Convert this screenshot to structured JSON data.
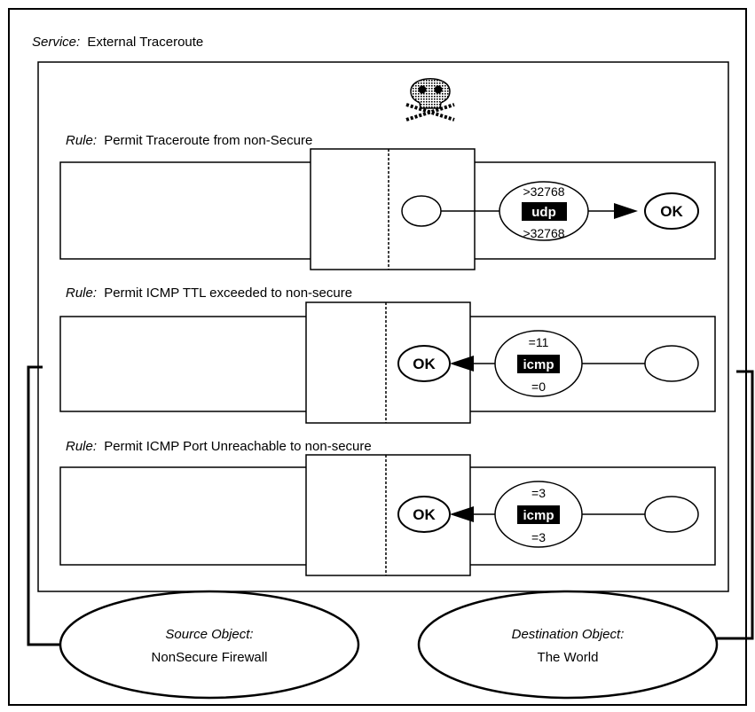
{
  "service": {
    "prefix": "Service:",
    "name": "External Traceroute"
  },
  "rules": [
    {
      "prefix": "Rule:",
      "name": "Permit Traceroute from non-Secure",
      "protocol": "udp",
      "port_top": ">32768",
      "port_bottom": ">32768",
      "ok_label": "OK",
      "direction": "source-to-destination"
    },
    {
      "prefix": "Rule:",
      "name": "Permit ICMP TTL exceeded to non-secure",
      "protocol": "icmp",
      "port_top": "=11",
      "port_bottom": "=0",
      "ok_label": "OK",
      "direction": "destination-to-source"
    },
    {
      "prefix": "Rule:",
      "name": "Permit ICMP Port Unreachable to non-secure",
      "protocol": "icmp",
      "port_top": "=3",
      "port_bottom": "=3",
      "ok_label": "OK",
      "direction": "destination-to-source"
    }
  ],
  "source_object": {
    "prefix": "Source Object:",
    "name": "NonSecure Firewall"
  },
  "destination_object": {
    "prefix": "Destination Object:",
    "name": "The World"
  },
  "icons": {
    "service": "skull-crossbones-icon"
  }
}
